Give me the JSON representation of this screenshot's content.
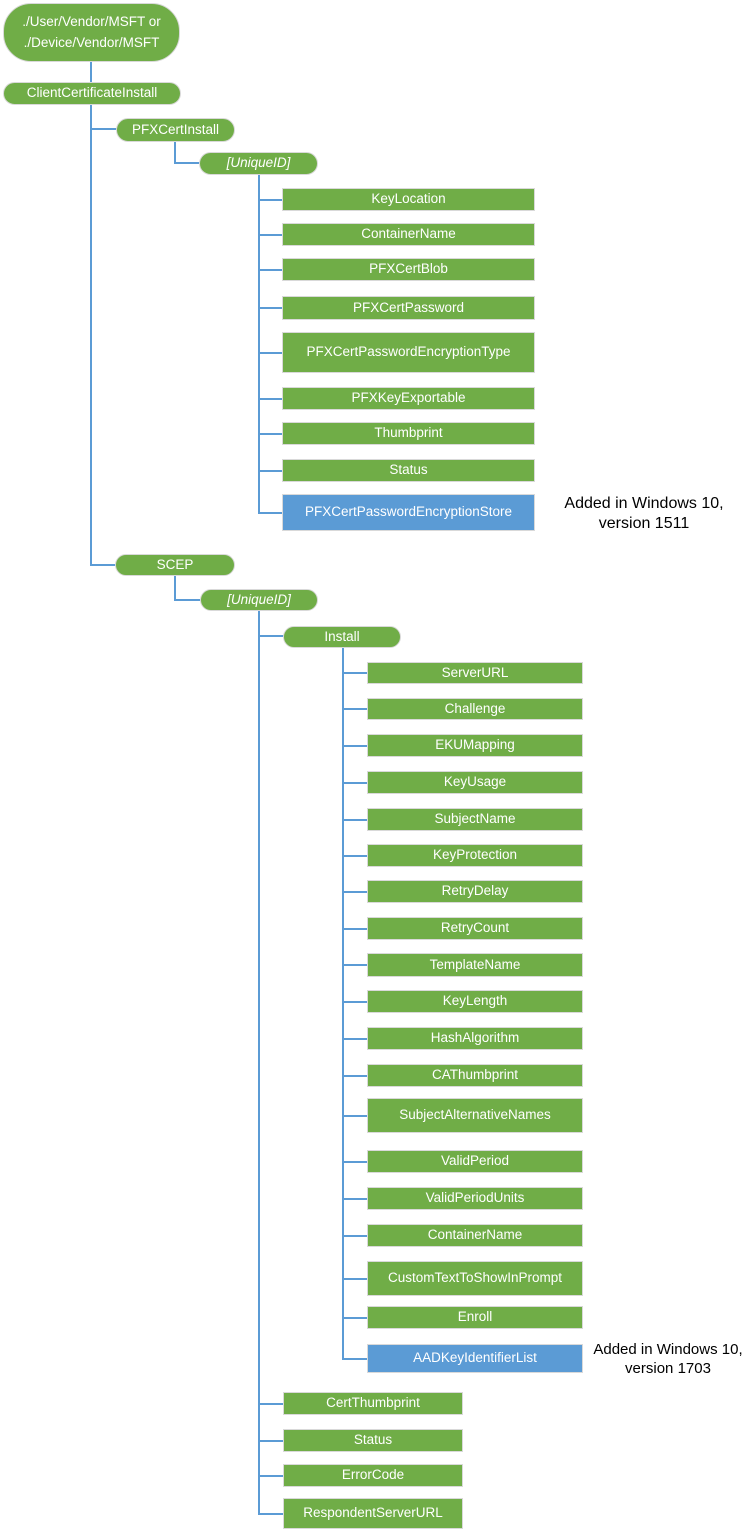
{
  "colors": {
    "node_green": "#70AD47",
    "node_added_blue": "#5B9BD5",
    "connector_blue": "#5B9BD5",
    "node_text": "#FFFFFF",
    "annotation_text": "#000000"
  },
  "tree": {
    "root": "./User/Vendor/MSFT or\n./Device/Vendor/MSFT",
    "client_certificate_install": "ClientCertificateInstall",
    "pfx_cert_install": {
      "label": "PFXCertInstall",
      "unique_id": "[UniqueID]",
      "children": [
        {
          "label": "KeyLocation",
          "added_highlight": false
        },
        {
          "label": "ContainerName",
          "added_highlight": false
        },
        {
          "label": "PFXCertBlob",
          "added_highlight": false
        },
        {
          "label": "PFXCertPassword",
          "added_highlight": false
        },
        {
          "label": "PFXCertPasswordEncryptionType",
          "added_highlight": false
        },
        {
          "label": "PFXKeyExportable",
          "added_highlight": false
        },
        {
          "label": "Thumbprint",
          "added_highlight": false
        },
        {
          "label": "Status",
          "added_highlight": false
        },
        {
          "label": "PFXCertPasswordEncryptionStore",
          "added_highlight": true
        }
      ]
    },
    "scep": {
      "label": "SCEP",
      "unique_id": "[UniqueID]",
      "install": {
        "label": "Install",
        "children": [
          {
            "label": "ServerURL",
            "added_highlight": false
          },
          {
            "label": "Challenge",
            "added_highlight": false
          },
          {
            "label": "EKUMapping",
            "added_highlight": false
          },
          {
            "label": "KeyUsage",
            "added_highlight": false
          },
          {
            "label": "SubjectName",
            "added_highlight": false
          },
          {
            "label": "KeyProtection",
            "added_highlight": false
          },
          {
            "label": "RetryDelay",
            "added_highlight": false
          },
          {
            "label": "RetryCount",
            "added_highlight": false
          },
          {
            "label": "TemplateName",
            "added_highlight": false
          },
          {
            "label": "KeyLength",
            "added_highlight": false
          },
          {
            "label": "HashAlgorithm",
            "added_highlight": false
          },
          {
            "label": "CAThumbprint",
            "added_highlight": false
          },
          {
            "label": "SubjectAlternativeNames",
            "added_highlight": false
          },
          {
            "label": "ValidPeriod",
            "added_highlight": false
          },
          {
            "label": "ValidPeriodUnits",
            "added_highlight": false
          },
          {
            "label": "ContainerName",
            "added_highlight": false
          },
          {
            "label": "CustomTextToShowInPrompt",
            "added_highlight": false
          },
          {
            "label": "Enroll",
            "added_highlight": false
          },
          {
            "label": "AADKeyIdentifierList",
            "added_highlight": true
          }
        ]
      },
      "children": [
        {
          "label": "CertThumbprint",
          "added_highlight": false
        },
        {
          "label": "Status",
          "added_highlight": false
        },
        {
          "label": "ErrorCode",
          "added_highlight": false
        },
        {
          "label": "RespondentServerURL",
          "added_highlight": false
        }
      ]
    }
  },
  "annotations": {
    "pfx_store_note": "Added in Windows 10,\nversion 1511",
    "aad_key_note": "Added in Windows 10,\nversion 1703"
  }
}
